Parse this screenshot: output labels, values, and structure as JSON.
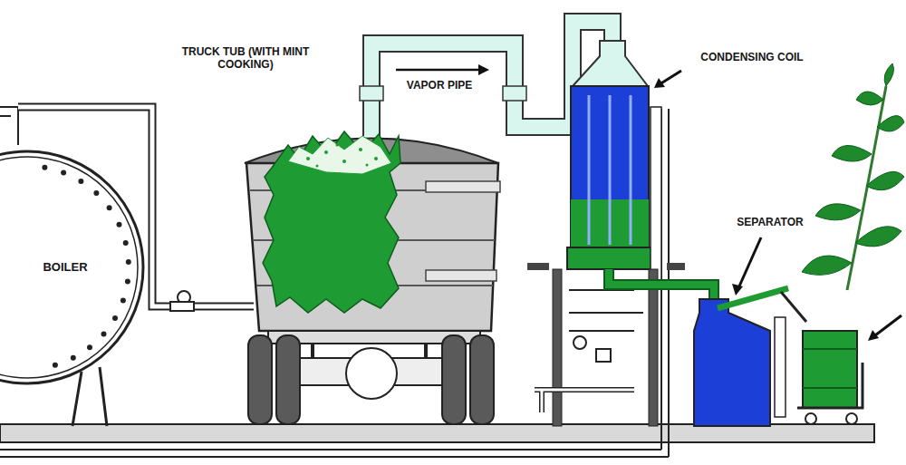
{
  "diagram": {
    "labels": [
      "TRUCK TUB (WITH MINT COOKING)",
      "VAPOR PIPE",
      "CONDENSING COIL",
      "BOILER",
      "SEPARATOR"
    ]
  }
}
